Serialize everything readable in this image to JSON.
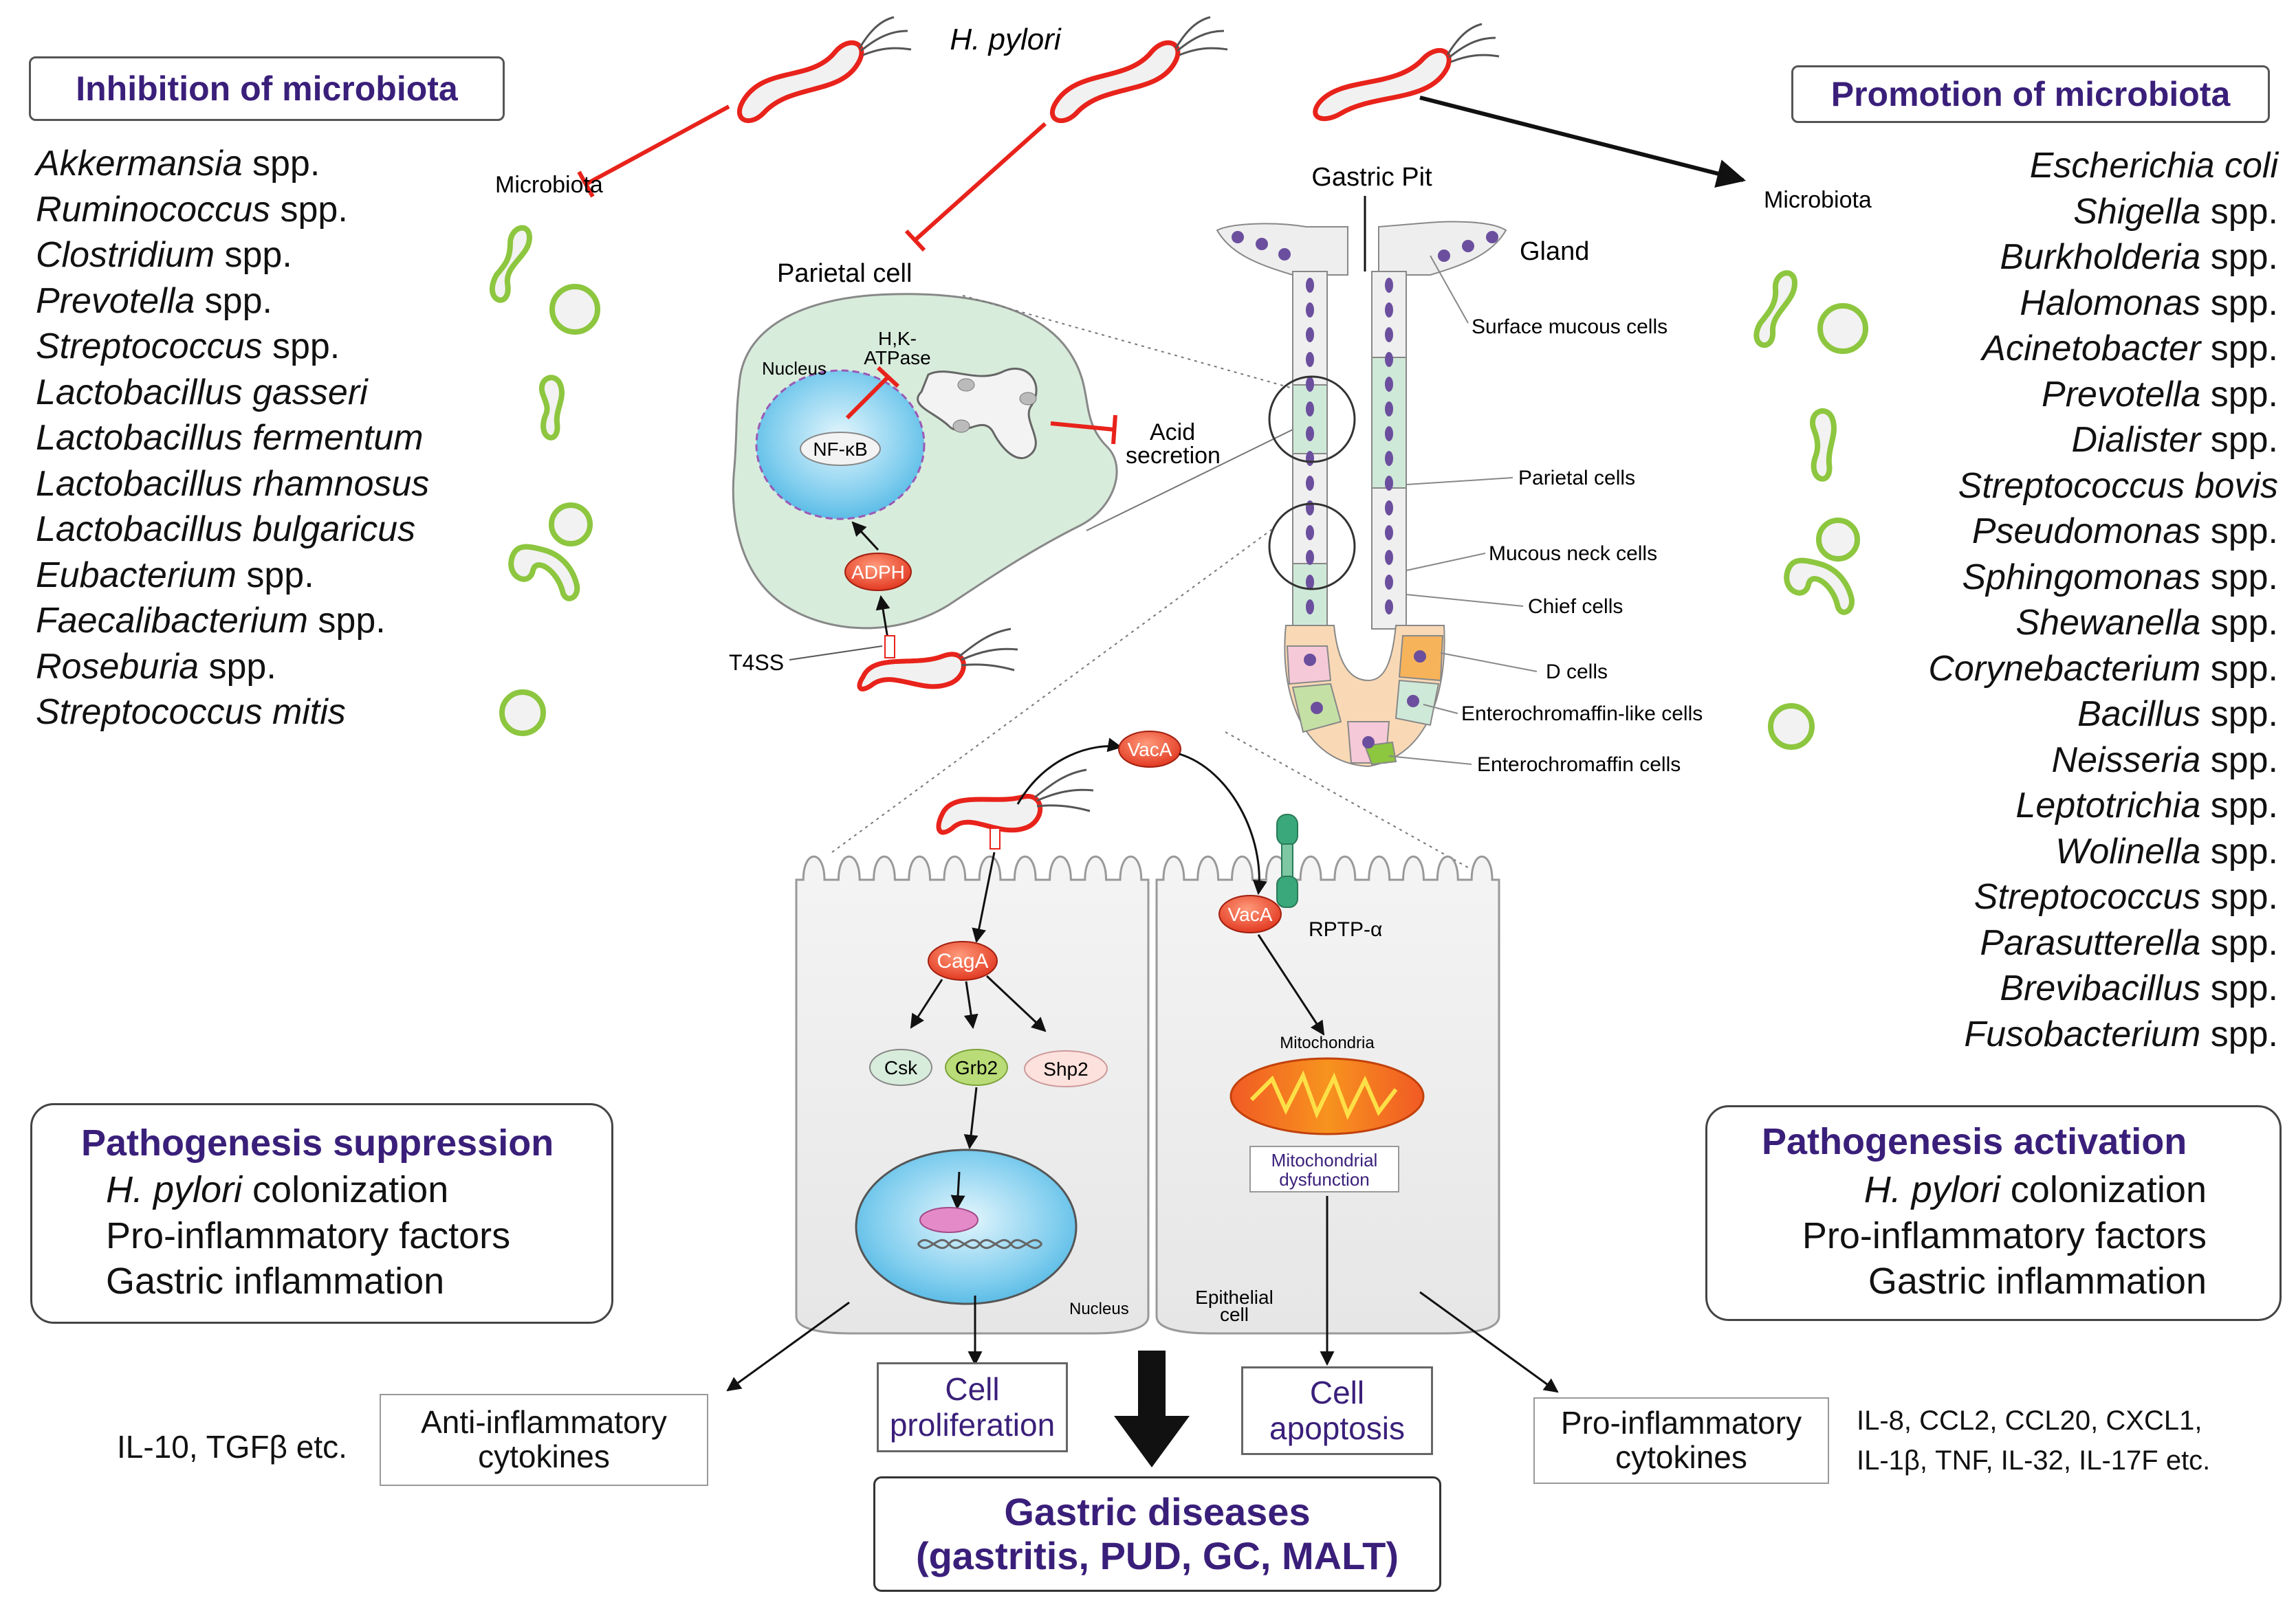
{
  "top": {
    "h_pylori": "H. pylori"
  },
  "inhibition": {
    "title": "Inhibition of microbiota",
    "microbiota_label": "Microbiota",
    "items": [
      {
        "genus": "Akkermansia",
        "suffix": " spp."
      },
      {
        "genus": "Ruminococcus",
        "suffix": " spp."
      },
      {
        "genus": "Clostridium",
        "suffix": " spp."
      },
      {
        "genus": "Prevotella",
        "suffix": " spp."
      },
      {
        "genus": "Streptococcus",
        "suffix": " spp."
      },
      {
        "genus": "Lactobacillus gasseri",
        "suffix": ""
      },
      {
        "genus": "Lactobacillus fermentum",
        "suffix": ""
      },
      {
        "genus": "Lactobacillus rhamnosus",
        "suffix": ""
      },
      {
        "genus": "Lactobacillus bulgaricus",
        "suffix": ""
      },
      {
        "genus": "Eubacterium",
        "suffix": " spp."
      },
      {
        "genus": "Faecalibacterium",
        "suffix": " spp."
      },
      {
        "genus": "Roseburia",
        "suffix": " spp."
      },
      {
        "genus": "Streptococcus mitis",
        "suffix": ""
      }
    ]
  },
  "promotion": {
    "title": "Promotion of microbiota",
    "microbiota_label": "Microbiota",
    "items": [
      {
        "genus": "Escherichia coli",
        "suffix": ""
      },
      {
        "genus": "Shigella",
        "suffix": " spp."
      },
      {
        "genus": "Burkholderia",
        "suffix": " spp."
      },
      {
        "genus": "Halomonas",
        "suffix": " spp."
      },
      {
        "genus": "Acinetobacter",
        "suffix": " spp."
      },
      {
        "genus": "Prevotella",
        "suffix": " spp."
      },
      {
        "genus": "Dialister",
        "suffix": " spp."
      },
      {
        "genus": "Streptococcus bovis",
        "suffix": ""
      },
      {
        "genus": "Pseudomonas",
        "suffix": " spp."
      },
      {
        "genus": "Sphingomonas",
        "suffix": " spp."
      },
      {
        "genus": "Shewanella",
        "suffix": " spp."
      },
      {
        "genus": "Corynebacterium",
        "suffix": " spp."
      },
      {
        "genus": "Bacillus",
        "suffix": " spp."
      },
      {
        "genus": "Neisseria",
        "suffix": " spp."
      },
      {
        "genus": "Leptotrichia",
        "suffix": " spp."
      },
      {
        "genus": "Wolinella",
        "suffix": " spp."
      },
      {
        "genus": "Streptococcus",
        "suffix": " spp."
      },
      {
        "genus": "Parasutterella",
        "suffix": " spp."
      },
      {
        "genus": "Brevibacillus",
        "suffix": " spp."
      },
      {
        "genus": "Fusobacterium",
        "suffix": " spp."
      }
    ]
  },
  "parietal": {
    "title": "Parietal cell",
    "nucleus": "Nucleus",
    "hk_atpase_1": "H,K-",
    "hk_atpase_2": "ATPase",
    "nfkb": "NF-κB",
    "adph": "ADPH",
    "t4ss": "T4SS",
    "acid_1": "Acid",
    "acid_2": "secretion"
  },
  "gland": {
    "gastric_pit": "Gastric Pit",
    "gland": "Gland",
    "cell_types": [
      "Surface mucous cells",
      "Parietal cells",
      "Mucous neck cells",
      "Chief cells",
      "D cells",
      "Enterochromaffin-like cells",
      "Enterochromaffin cells"
    ]
  },
  "epithelial": {
    "vaca": "VacA",
    "vaca_bound": "VacA",
    "rptp": "RPTP-α",
    "caga": "CagA",
    "csk": "Csk",
    "grb2": "Grb2",
    "shp2": "Shp2",
    "nucleus": "Nucleus",
    "mitochondria": "Mitochondria",
    "mito_dys_1": "Mitochondrial",
    "mito_dys_2": "dysfunction",
    "epithelial_1": "Epithelial",
    "epithelial_2": "cell"
  },
  "suppression": {
    "title": "Pathogenesis suppression",
    "line1_italic": "H. pylori",
    "line1_rest": " colonization",
    "line2": "Pro-inflammatory factors",
    "line3": "Gastric inflammation"
  },
  "activation": {
    "title": "Pathogenesis activation",
    "line1_italic": "H. pylori",
    "line1_rest": " colonization",
    "line2": "Pro-inflammatory factors",
    "line3": "Gastric inflammation"
  },
  "outcomes": {
    "anti_1": "Anti-inflammatory",
    "anti_2": "cytokines",
    "anti_examples": "IL-10, TGFβ etc.",
    "prolif_1": "Cell",
    "prolif_2": "proliferation",
    "apopt_1": "Cell",
    "apopt_2": "apoptosis",
    "pro_1": "Pro-inflammatory",
    "pro_2": "cytokines",
    "pro_examples_1": "IL-8, CCL2, CCL20, CXCL1,",
    "pro_examples_2": "IL-1β, TNF, IL-32, IL-17F etc.",
    "final_1": "Gastric diseases",
    "final_2": "(gastritis, PUD, GC, MALT)"
  },
  "colors": {
    "purple": "#3a1f7a",
    "red_inhibit": "#e8231b",
    "green_bacteria": "#8dc63f",
    "parietal_fill": "#d8ecdc",
    "nucleus_fill": "#7fcdee",
    "node_red": "#e8432a"
  }
}
